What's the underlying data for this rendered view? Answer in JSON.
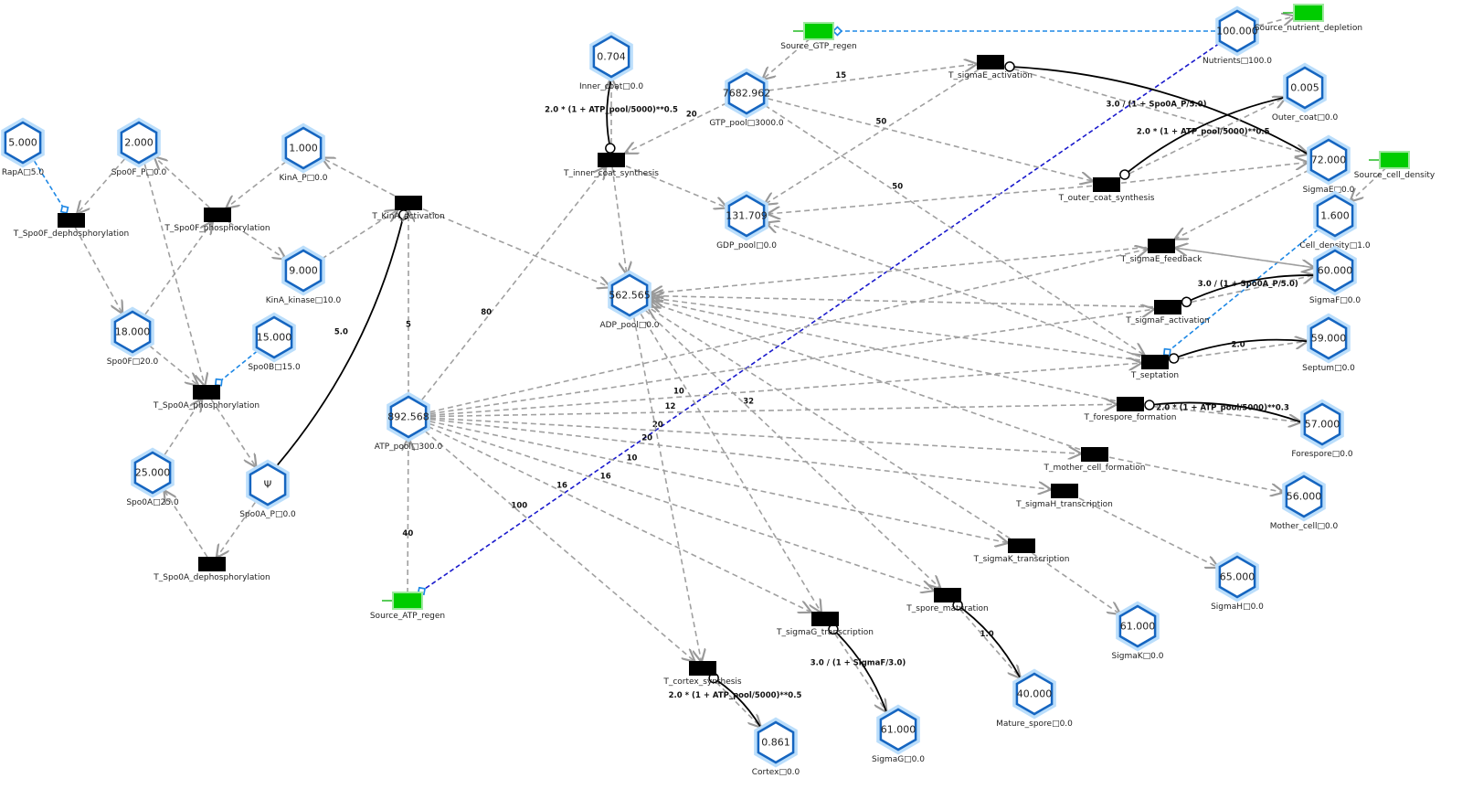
{
  "colors": {
    "place_stroke": "#1565c0",
    "place_glow": "#90caf9",
    "transition": "#000000",
    "source": "#00cc00",
    "arc": "#a0a0a0",
    "inhibitor": "#1e88e5",
    "nutrient_link": "#1a1acc",
    "rate_arc": "#000000"
  },
  "places": [
    {
      "id": "RapA",
      "value": "5.000",
      "label": "RapA□5.0"
    },
    {
      "id": "Spo0F_P",
      "value": "2.000",
      "label": "Spo0F_P□0.0"
    },
    {
      "id": "KinA_P",
      "value": "1.000",
      "label": "KinA_P□0.0"
    },
    {
      "id": "KinA_kinase",
      "value": "9.000",
      "label": "KinA_kinase□10.0"
    },
    {
      "id": "Spo0F",
      "value": "18.000",
      "label": "Spo0F□20.0"
    },
    {
      "id": "Spo0B",
      "value": "15.000",
      "label": "Spo0B□15.0"
    },
    {
      "id": "Spo0A",
      "value": "25.000",
      "label": "Spo0A□25.0"
    },
    {
      "id": "Spo0A_P",
      "value": "Ψ",
      "label": "Spo0A_P□0.0"
    },
    {
      "id": "ATP_pool",
      "value": "892.568",
      "label": "ATP_pool□300.0"
    },
    {
      "id": "Inner_coat",
      "value": "0.704",
      "label": "Inner_coat□0.0"
    },
    {
      "id": "GTP_pool",
      "value": "7682.962",
      "label": "GTP_pool□3000.0"
    },
    {
      "id": "GDP_pool",
      "value": "131.709",
      "label": "GDP_pool□0.0"
    },
    {
      "id": "ADP_pool",
      "value": "562.565",
      "label": "ADP_pool□0.0"
    },
    {
      "id": "Nutrients",
      "value": "100.000",
      "label": "Nutrients□100.0"
    },
    {
      "id": "Outer_coat",
      "value": "0.005",
      "label": "Outer_coat□0.0"
    },
    {
      "id": "SigmaE",
      "value": "72.000",
      "label": "SigmaE□0.0"
    },
    {
      "id": "Cell_density",
      "value": "1.600",
      "label": "Cell_density□1.0"
    },
    {
      "id": "SigmaF",
      "value": "60.000",
      "label": "SigmaF□0.0"
    },
    {
      "id": "Septum",
      "value": "59.000",
      "label": "Septum□0.0"
    },
    {
      "id": "Forespore",
      "value": "57.000",
      "label": "Forespore□0.0"
    },
    {
      "id": "Mother_cell",
      "value": "56.000",
      "label": "Mother_cell□0.0"
    },
    {
      "id": "SigmaH",
      "value": "65.000",
      "label": "SigmaH□0.0"
    },
    {
      "id": "SigmaK",
      "value": "61.000",
      "label": "SigmaK□0.0"
    },
    {
      "id": "Mature_spore",
      "value": "40.000",
      "label": "Mature_spore□0.0"
    },
    {
      "id": "SigmaG",
      "value": "61.000",
      "label": "SigmaG□0.0"
    },
    {
      "id": "Cortex",
      "value": "0.861",
      "label": "Cortex□0.0"
    }
  ],
  "transitions": [
    {
      "id": "T_Spo0F_dephosphorylation",
      "label": "T_Spo0F_dephosphorylation"
    },
    {
      "id": "T_Spo0F_phosphorylation",
      "label": "T_Spo0F_phosphorylation"
    },
    {
      "id": "T_KinA_activation",
      "label": "T_KinA_activation"
    },
    {
      "id": "T_Spo0A_phosphorylation",
      "label": "T_Spo0A_phosphorylation"
    },
    {
      "id": "T_Spo0A_dephosphorylation",
      "label": "T_Spo0A_dephosphorylation"
    },
    {
      "id": "T_inner_coat_synthesis",
      "label": "T_inner_coat_synthesis"
    },
    {
      "id": "T_sigmaE_activation",
      "label": "T_sigmaE_activation"
    },
    {
      "id": "T_outer_coat_synthesis",
      "label": "T_outer_coat_synthesis"
    },
    {
      "id": "T_sigmaE_feedback",
      "label": "T_sigmaE_feedback"
    },
    {
      "id": "T_sigmaF_activation",
      "label": "T_sigmaF_activation"
    },
    {
      "id": "T_septation",
      "label": "T_septation"
    },
    {
      "id": "T_forespore_formation",
      "label": "T_forespore_formation"
    },
    {
      "id": "T_mother_cell_formation",
      "label": "T_mother_cell_formation"
    },
    {
      "id": "T_sigmaH_transcription",
      "label": "T_sigmaH_transcription"
    },
    {
      "id": "T_sigmaK_transcription",
      "label": "T_sigmaK_transcription"
    },
    {
      "id": "T_spore_maturation",
      "label": "T_spore_maturation"
    },
    {
      "id": "T_sigmaG_transcription",
      "label": "T_sigmaG_transcription"
    },
    {
      "id": "T_cortex_synthesis",
      "label": "T_cortex_synthesis"
    }
  ],
  "sources": [
    {
      "id": "Source_GTP_regen",
      "label": "Source_GTP_regen"
    },
    {
      "id": "Source_nutrient_depletion",
      "label": "Source_nutrient_depletion"
    },
    {
      "id": "Source_cell_density",
      "label": "Source_cell_density"
    },
    {
      "id": "Source_ATP_regen",
      "label": "Source_ATP_regen"
    }
  ],
  "arcs": [
    {
      "from": "Spo0F_P",
      "to": "T_Spo0F_dephosphorylation",
      "type": "normal"
    },
    {
      "from": "T_Spo0F_dephosphorylation",
      "to": "Spo0F",
      "type": "normal"
    },
    {
      "from": "Spo0F",
      "to": "T_Spo0F_phosphorylation",
      "type": "normal"
    },
    {
      "from": "KinA_P",
      "to": "T_Spo0F_phosphorylation",
      "type": "normal"
    },
    {
      "from": "T_Spo0F_phosphorylation",
      "to": "Spo0F_P",
      "type": "normal"
    },
    {
      "from": "T_Spo0F_phosphorylation",
      "to": "KinA_kinase",
      "type": "normal"
    },
    {
      "from": "KinA_kinase",
      "to": "T_KinA_activation",
      "type": "normal"
    },
    {
      "from": "T_KinA_activation",
      "to": "KinA_P",
      "type": "normal"
    },
    {
      "from": "Spo0F_P",
      "to": "T_Spo0A_phosphorylation",
      "type": "normal"
    },
    {
      "from": "Spo0F",
      "to": "T_Spo0A_phosphorylation",
      "type": "normal"
    },
    {
      "from": "T_Spo0A_phosphorylation",
      "to": "Spo0A_P",
      "type": "normal"
    },
    {
      "from": "Spo0A",
      "to": "T_Spo0A_phosphorylation",
      "type": "normal"
    },
    {
      "from": "Spo0A_P",
      "to": "T_Spo0A_dephosphorylation",
      "type": "normal"
    },
    {
      "from": "T_Spo0A_dephosphorylation",
      "to": "Spo0A",
      "type": "normal"
    },
    {
      "from": "RapA",
      "to": "T_Spo0F_dephosphorylation",
      "type": "inhibitor"
    },
    {
      "from": "Spo0B",
      "to": "T_Spo0A_phosphorylation",
      "type": "inhibitor"
    },
    {
      "from": "Spo0A_P",
      "to": "T_KinA_activation",
      "type": "rate",
      "weight": "5.0"
    },
    {
      "from": "ATP_pool",
      "to": "T_KinA_activation",
      "type": "normal",
      "weight": "5"
    },
    {
      "from": "T_KinA_activation",
      "to": "ADP_pool",
      "type": "normal"
    },
    {
      "from": "Source_ATP_regen",
      "to": "ATP_pool",
      "type": "normal",
      "weight": "40"
    },
    {
      "from": "Nutrients",
      "to": "Source_ATP_regen",
      "type": "nutrient"
    },
    {
      "from": "Nutrients",
      "to": "Source_GTP_regen",
      "type": "inhibitor"
    },
    {
      "from": "Nutrients",
      "to": "Source_nutrient_depletion",
      "type": "normal"
    },
    {
      "from": "Source_GTP_regen",
      "to": "GTP_pool",
      "type": "normal"
    },
    {
      "from": "Source_cell_density",
      "to": "Cell_density",
      "type": "normal"
    },
    {
      "from": "Cell_density",
      "to": "T_septation",
      "type": "inhibitor"
    },
    {
      "from": "ATP_pool",
      "to": "T_inner_coat_synthesis",
      "type": "normal",
      "weight": "80"
    },
    {
      "from": "ATP_pool",
      "to": "T_sigmaE_feedback",
      "type": "normal"
    },
    {
      "from": "ATP_pool",
      "to": "T_sigmaF_activation",
      "type": "normal"
    },
    {
      "from": "ATP_pool",
      "to": "T_septation",
      "type": "normal",
      "weight": "10"
    },
    {
      "from": "ATP_pool",
      "to": "T_forespore_formation",
      "type": "normal",
      "weight": "12"
    },
    {
      "from": "ATP_pool",
      "to": "T_mother_cell_formation",
      "type": "normal",
      "weight": "20"
    },
    {
      "from": "ATP_pool",
      "to": "T_sigmaH_transcription",
      "type": "normal",
      "weight": "20"
    },
    {
      "from": "ATP_pool",
      "to": "T_sigmaK_transcription",
      "type": "normal",
      "weight": "10"
    },
    {
      "from": "ATP_pool",
      "to": "T_spore_maturation",
      "type": "normal",
      "weight": "16"
    },
    {
      "from": "ATP_pool",
      "to": "T_sigmaG_transcription",
      "type": "normal",
      "weight": "16"
    },
    {
      "from": "ATP_pool",
      "to": "T_cortex_synthesis",
      "type": "normal",
      "weight": "100"
    },
    {
      "from": "ADP_pool",
      "to": "T_cortex_synthesis",
      "type": "normal"
    },
    {
      "from": "ADP_pool",
      "to": "T_sigmaG_transcription",
      "type": "normal"
    },
    {
      "from": "ADP_pool",
      "to": "T_spore_maturation",
      "type": "normal",
      "weight": "32"
    },
    {
      "from": "T_inner_coat_synthesis",
      "to": "ADP_pool",
      "type": "normal"
    },
    {
      "from": "T_sigmaE_feedback",
      "to": "ADP_pool",
      "type": "normal"
    },
    {
      "from": "T_sigmaF_activation",
      "to": "ADP_pool",
      "type": "normal"
    },
    {
      "from": "T_septation",
      "to": "ADP_pool",
      "type": "normal"
    },
    {
      "from": "T_forespore_formation",
      "to": "ADP_pool",
      "type": "normal"
    },
    {
      "from": "T_mother_cell_formation",
      "to": "ADP_pool",
      "type": "normal"
    },
    {
      "from": "T_sigmaK_transcription",
      "to": "ADP_pool",
      "type": "normal"
    },
    {
      "from": "GTP_pool",
      "to": "T_inner_coat_synthesis",
      "type": "normal",
      "weight": "20"
    },
    {
      "from": "GTP_pool",
      "to": "T_sigmaE_activation",
      "type": "normal",
      "weight": "15"
    },
    {
      "from": "GTP_pool",
      "to": "T_outer_coat_synthesis",
      "type": "normal",
      "weight": "50"
    },
    {
      "from": "GTP_pool",
      "to": "T_septation",
      "type": "normal",
      "weight": "50"
    },
    {
      "from": "T_inner_coat_synthesis",
      "to": "GDP_pool",
      "type": "normal"
    },
    {
      "from": "T_outer_coat_synthesis",
      "to": "GDP_pool",
      "type": "normal"
    },
    {
      "from": "T_sigmaE_activation",
      "to": "GDP_pool",
      "type": "normal"
    },
    {
      "from": "T_septation",
      "to": "GDP_pool",
      "type": "normal"
    },
    {
      "from": "T_inner_coat_synthesis",
      "to": "Inner_coat",
      "type": "normal"
    },
    {
      "from": "Inner_coat",
      "to": "T_inner_coat_synthesis",
      "type": "rate",
      "weight": "2.0 * (1 + ATP_pool/5000)**0.5"
    },
    {
      "from": "T_sigmaE_activation",
      "to": "SigmaE",
      "type": "normal"
    },
    {
      "from": "SigmaE",
      "to": "T_sigmaE_activation",
      "type": "rate",
      "weight": "3.0 / (1 + Spo0A_P/5.0)"
    },
    {
      "from": "T_outer_coat_synthesis",
      "to": "Outer_coat",
      "type": "normal"
    },
    {
      "from": "Outer_coat",
      "to": "T_outer_coat_synthesis",
      "type": "rate",
      "weight": "2.0 * (1 + ATP_pool/5000)**0.5"
    },
    {
      "from": "T_outer_coat_synthesis",
      "to": "SigmaE",
      "type": "normal"
    },
    {
      "from": "SigmaE",
      "to": "T_sigmaE_feedback",
      "type": "normal"
    },
    {
      "from": "SigmaF",
      "to": "T_sigmaE_feedback",
      "type": "normal"
    },
    {
      "from": "T_sigmaE_feedback",
      "to": "SigmaF",
      "type": "normal"
    },
    {
      "from": "T_sigmaF_activation",
      "to": "SigmaF",
      "type": "normal"
    },
    {
      "from": "SigmaF",
      "to": "T_sigmaF_activation",
      "type": "rate",
      "weight": "3.0 / (1 + Spo0A_P/5.0)"
    },
    {
      "from": "T_septation",
      "to": "Septum",
      "type": "normal"
    },
    {
      "from": "Septum",
      "to": "T_septation",
      "type": "rate",
      "weight": "2.0"
    },
    {
      "from": "T_forespore_formation",
      "to": "Forespore",
      "type": "normal"
    },
    {
      "from": "Forespore",
      "to": "T_forespore_formation",
      "type": "rate",
      "weight": "2.0 * (1 + ATP_pool/5000)**0.3"
    },
    {
      "from": "T_mother_cell_formation",
      "to": "Mother_cell",
      "type": "normal"
    },
    {
      "from": "T_sigmaH_transcription",
      "to": "SigmaH",
      "type": "normal"
    },
    {
      "from": "T_sigmaK_transcription",
      "to": "SigmaK",
      "type": "normal"
    },
    {
      "from": "T_spore_maturation",
      "to": "Mature_spore",
      "type": "normal"
    },
    {
      "from": "Mature_spore",
      "to": "T_spore_maturation",
      "type": "rate",
      "weight": "1.0"
    },
    {
      "from": "T_sigmaG_transcription",
      "to": "SigmaG",
      "type": "normal"
    },
    {
      "from": "SigmaG",
      "to": "T_sigmaG_transcription",
      "type": "rate",
      "weight": "3.0 / (1 + SigmaF/3.0)"
    },
    {
      "from": "T_cortex_synthesis",
      "to": "Cortex",
      "type": "normal"
    },
    {
      "from": "Cortex",
      "to": "T_cortex_synthesis",
      "type": "rate",
      "weight": "2.0 * (1 + ATP_pool/5000)**0.5"
    }
  ]
}
